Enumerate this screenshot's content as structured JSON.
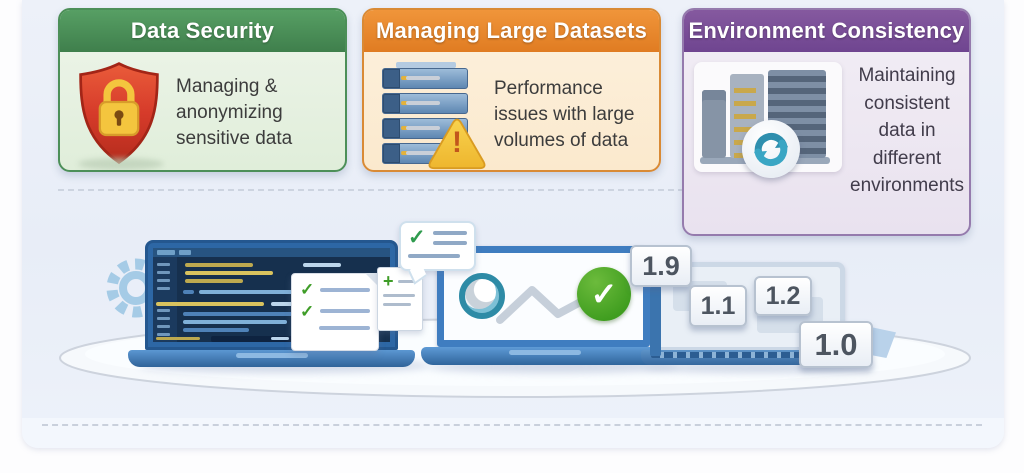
{
  "cards": [
    {
      "title": "Data Security",
      "body": "Managing & anonymizing sensitive data",
      "header_color": "#4c9459",
      "border_color": "#4c8f58",
      "body_bg": "#e9f2e3",
      "icon": "shield-lock-icon"
    },
    {
      "title": "Managing Large Datasets",
      "body": "Performance issues with large volumes of data",
      "header_color": "#e8862d",
      "border_color": "#d98a35",
      "body_bg": "#fbedd6",
      "icon": "server-stack-warning-icon"
    },
    {
      "title": "Environment Consistency",
      "body": "Maintaining consistent data in different environments",
      "header_color": "#7b4b9d",
      "border_color": "#957bad",
      "body_bg": "#ede7f2",
      "icon": "servers-sync-icon"
    }
  ],
  "version_tags": [
    {
      "label": "1.9"
    },
    {
      "label": "1.1"
    },
    {
      "label": "1.2"
    },
    {
      "label": "1.0"
    }
  ],
  "icons": {
    "check": "✓",
    "plus": "+",
    "warning": "!"
  },
  "colors": {
    "panel_bg": "#eaeff8",
    "check_green": "#3f9d28",
    "warning_yellow": "#f2c43b",
    "shield_red": "#d63b2a",
    "lock_yellow": "#f4c53e",
    "sync_teal": "#2f8fae",
    "laptop_blue": "#3f7dc0",
    "code_bg": "#16304e"
  }
}
